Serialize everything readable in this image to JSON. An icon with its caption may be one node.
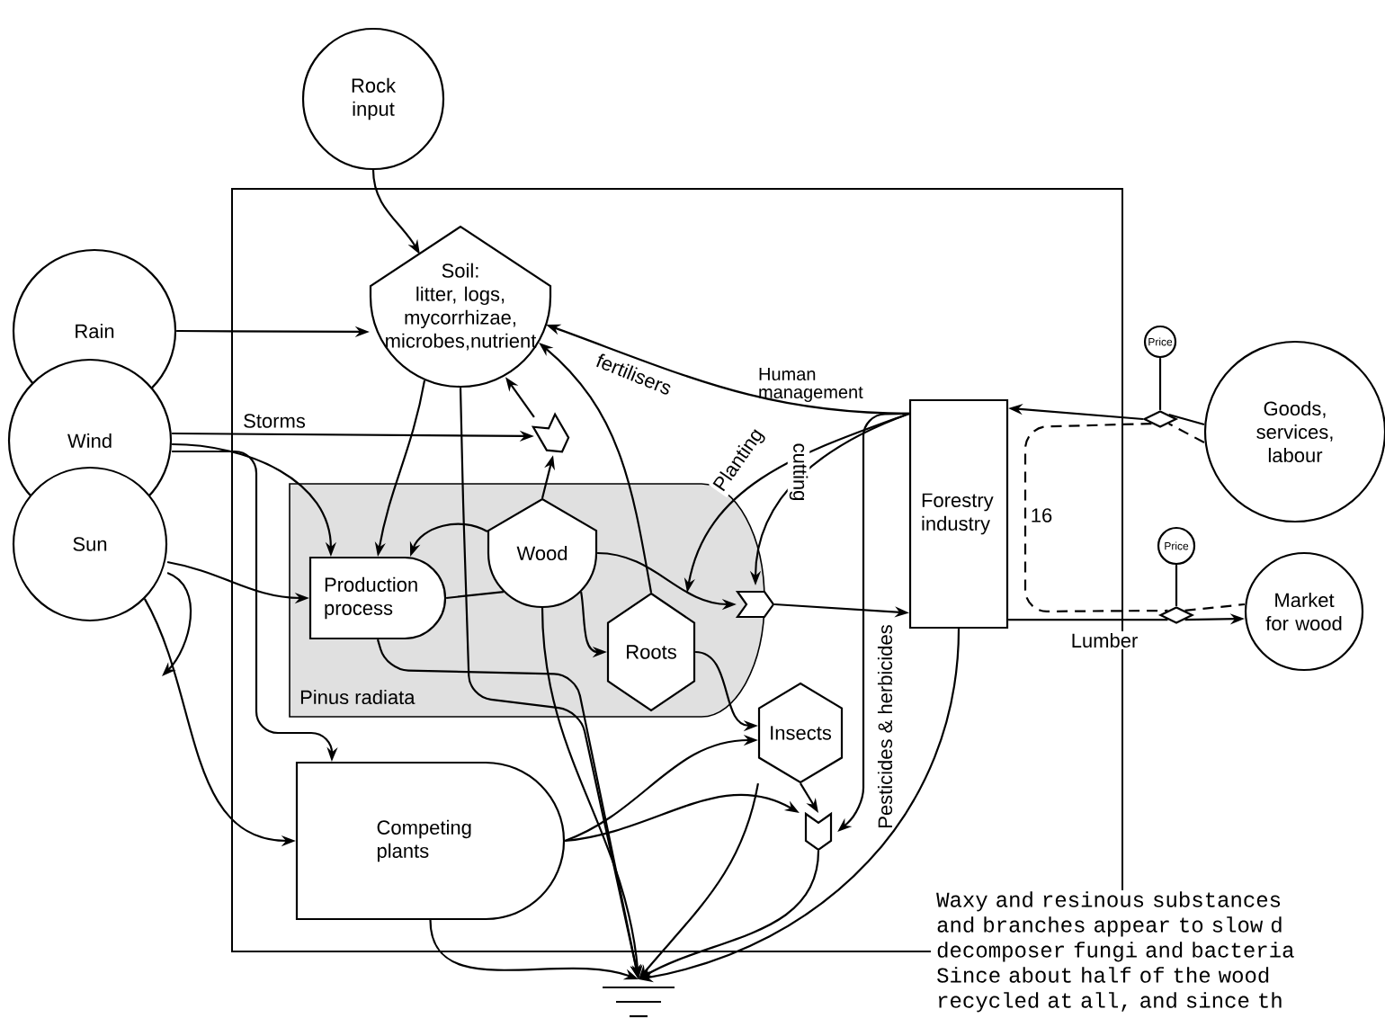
{
  "diagram": {
    "nodes": [
      {
        "text": [
          "Rock input"
        ]
      },
      {
        "text": [
          "Rain"
        ]
      },
      {
        "text": [
          "Wind"
        ]
      },
      {
        "text": [
          "Sun"
        ]
      },
      {
        "text": [
          "Soil:",
          "litter, logs, mycorrhizae, microbes,nutrient"
        ]
      },
      {
        "text": [
          "Pinus radiata"
        ]
      },
      {
        "text": [
          "Production process"
        ],
        "in": 5
      },
      {
        "text": [
          "Wood"
        ],
        "in": 5
      },
      {
        "text": [
          "Roots"
        ],
        "in": 5
      },
      {
        "text": [],
        "shape": "chevron"
      },
      {
        "text": [],
        "shape": "chevron"
      },
      {
        "text": [
          "Competing plants"
        ]
      },
      {
        "text": [
          "Insects"
        ]
      },
      {
        "text": [],
        "shape": "chevron"
      },
      {
        "text": [
          "Forestry industry"
        ]
      },
      {
        "text": [
          "Price"
        ]
      },
      {
        "text": [
          "Price"
        ]
      },
      {
        "text": [],
        "shape": "diamond"
      },
      {
        "text": [],
        "shape": "diamond"
      },
      {
        "text": [
          "Goods, services, labour"
        ]
      },
      {
        "text": [
          "Market for wood"
        ]
      },
      {
        "text": [],
        "shape": "ground"
      }
    ],
    "edges": [
      {
        "from": 0,
        "to": 4,
        "arrow": "to"
      },
      {
        "from": 1,
        "to": 4,
        "arrow": "to"
      },
      {
        "from": 2,
        "to": 9,
        "arrow": "to",
        "label": "Storms"
      },
      {
        "from": 2,
        "to": 6,
        "arrow": "to"
      },
      {
        "from": 2,
        "to": 11,
        "arrow": "to"
      },
      {
        "from": 3,
        "to": 6,
        "arrow": "to"
      },
      {
        "from": 3,
        "to": 11,
        "arrow": "to"
      },
      {
        "from": 3,
        "to": null,
        "arrow": "to"
      },
      {
        "from": 4,
        "to": 6,
        "arrow": "to"
      },
      {
        "from": 4,
        "to": 21,
        "arrow": "to"
      },
      {
        "from": 9,
        "to": 4,
        "arrow": "to"
      },
      {
        "from": 7,
        "to": 9,
        "arrow": "to"
      },
      {
        "from": 8,
        "to": 4,
        "arrow": "to"
      },
      {
        "from": 14,
        "to": 4,
        "arrow": "to",
        "label": "fertilisers"
      },
      {
        "from": 14,
        "to": 8,
        "arrow": "to",
        "label": "Planting"
      },
      {
        "from": 14,
        "to": 10,
        "arrow": "to",
        "label": "cutting"
      },
      {
        "from": 14,
        "to": 13,
        "arrow": "to",
        "label": "Pesticides & herbicides"
      },
      {
        "from": 6,
        "to": 7,
        "arrow": "none"
      },
      {
        "from": 7,
        "to": 6,
        "arrow": "to"
      },
      {
        "from": 7,
        "to": 8,
        "arrow": "to"
      },
      {
        "from": 7,
        "to": 10,
        "arrow": "to"
      },
      {
        "from": 10,
        "to": 14,
        "arrow": "to"
      },
      {
        "from": 6,
        "to": 21,
        "arrow": "to"
      },
      {
        "from": 7,
        "to": 21,
        "arrow": "to"
      },
      {
        "from": 8,
        "to": 12,
        "arrow": "to"
      },
      {
        "from": 11,
        "to": 12,
        "arrow": "to"
      },
      {
        "from": 11,
        "to": 13,
        "arrow": "to"
      },
      {
        "from": 12,
        "to": 13,
        "arrow": "to"
      },
      {
        "from": 13,
        "to": 21,
        "arrow": "to"
      },
      {
        "from": 11,
        "to": 21,
        "arrow": "to"
      },
      {
        "from": 14,
        "to": 21,
        "arrow": "to"
      },
      {
        "from": 12,
        "to": 21,
        "arrow": "to"
      },
      {
        "from": 19,
        "to": 17,
        "arrow": "none"
      },
      {
        "from": 17,
        "to": 14,
        "arrow": "to"
      },
      {
        "from": 15,
        "to": 17,
        "arrow": "none"
      },
      {
        "from": 19,
        "to": 17,
        "arrow": "none",
        "style": "dashed"
      },
      {
        "from": 17,
        "to": 18,
        "arrow": "none",
        "style": "dashed"
      },
      {
        "from": 18,
        "to": 20,
        "arrow": "none",
        "style": "dashed"
      },
      {
        "from": 14,
        "to": 18,
        "arrow": "none",
        "label": "Lumber"
      },
      {
        "from": 18,
        "to": 20,
        "arrow": "to"
      },
      {
        "from": 16,
        "to": 18,
        "arrow": "none"
      }
    ],
    "labels": [
      "Human management",
      "16",
      "Waxy and resinous substances and branches appear to slow d decomposer fungi and bacteria Since about half of the wood recycled at all, and since th"
    ]
  }
}
